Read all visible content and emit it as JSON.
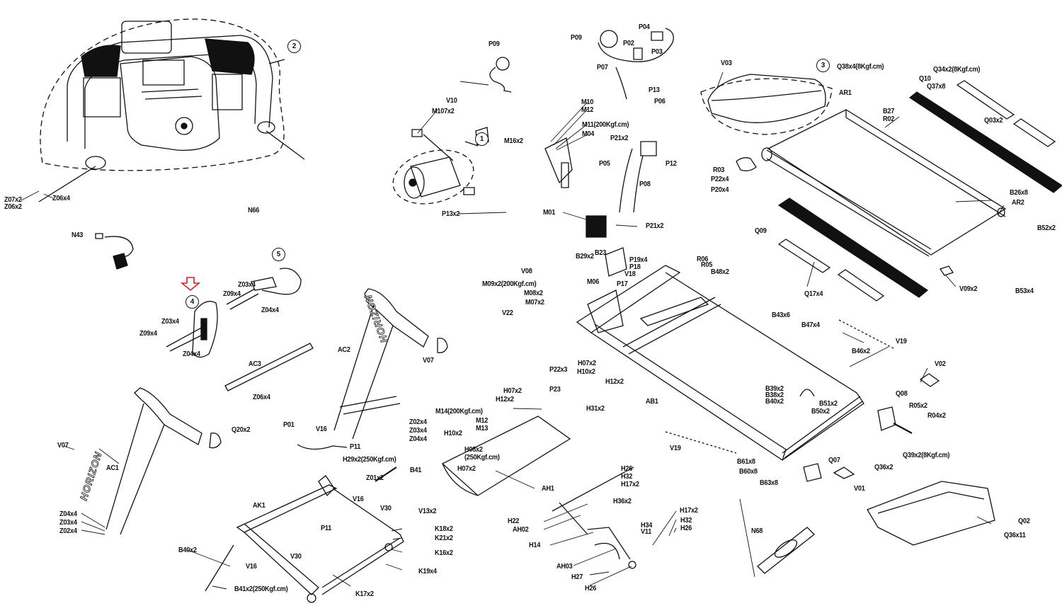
{
  "title": "Treadmill exploded parts diagram",
  "brand_text": "HORIZON",
  "highlight_color": "#d42020",
  "line_color": "#111111",
  "callouts": [
    {
      "id": "c1",
      "label": "1"
    },
    {
      "id": "c2",
      "label": "2"
    },
    {
      "id": "c3",
      "label": "3"
    },
    {
      "id": "c4",
      "label": "4"
    },
    {
      "id": "c5",
      "label": "5"
    }
  ],
  "labels": {
    "console": [
      "Z07x2",
      "Z06x2",
      "Z06x4",
      "N66"
    ],
    "wiring_top": [
      "P09",
      "P09",
      "P02",
      "P04",
      "P03",
      "P07",
      "P13",
      "P06",
      "V10",
      "M107x2",
      "P13x2"
    ],
    "motor_group": [
      "M10",
      "M12",
      "M11(200Kgf.cm)",
      "M04",
      "M16x2",
      "P21x2",
      "P12",
      "P05",
      "P08",
      "M01",
      "P21x2"
    ],
    "deck": [
      "V03",
      "Q38x4(8Kgf.cm)",
      "Q34x2(8Kgf.cm)",
      "Q10",
      "Q37x8",
      "AR1",
      "B27",
      "R02",
      "Q03x2",
      "R03",
      "P22x4",
      "P20x4",
      "B26x8",
      "AR2",
      "Q09",
      "B52x2",
      "Q17x4",
      "V09x2",
      "B53x4"
    ],
    "left_controls": [
      "N43",
      "Z03x4",
      "Z09x4",
      "Z04x4",
      "Z03x4",
      "Z09x4",
      "Z04x4"
    ],
    "uprights": [
      "AC3",
      "Z06x4",
      "AC2",
      "V07",
      "Z02x4",
      "Z03x4",
      "Z04x4",
      "P01",
      "V16",
      "P11",
      "Q20x2",
      "V07",
      "AC1",
      "Z04x4",
      "Z03x4",
      "Z02x4"
    ],
    "base_frame": [
      "H29x2(250Kgf.cm)",
      "Z01x2",
      "B41",
      "V16",
      "V30",
      "V13x2",
      "AK1",
      "P11",
      "K18x2",
      "K21x2",
      "K16x2",
      "K19x4",
      "B40x2",
      "V16",
      "V30",
      "B41x2(250Kgf.cm)",
      "K17x2"
    ],
    "main_frame": [
      "B29x2",
      "B23",
      "P19x4",
      "P18",
      "R06",
      "R05",
      "B48x2",
      "V08",
      "M09x2(200Kgf.cm)",
      "M08x2",
      "M07x2",
      "M06",
      "V18",
      "P17",
      "V22",
      "B43x6",
      "B47x4",
      "V19",
      "B46x2",
      "V02",
      "P22x3",
      "P23",
      "H07x2",
      "H10x2",
      "H12x2",
      "AB1",
      "B39x2",
      "B38x2",
      "B40x2",
      "B51x2",
      "B50x2",
      "Q08",
      "R05x2",
      "R04x2",
      "Q39x2(8Kgf.cm)",
      "Q36x2",
      "V19",
      "B61x8",
      "B60x8",
      "B63x8",
      "Q07",
      "V01"
    ],
    "lift": [
      "H07x2",
      "H12x2",
      "H31x2",
      "M14(200Kgf.cm)",
      "M12",
      "M13",
      "H10x2",
      "H08x2",
      "(250Kgf.cm)",
      "H07x2",
      "AH1",
      "H26",
      "H32",
      "H17x2",
      "H36x2",
      "H22",
      "AH02",
      "H34",
      "V11",
      "H17x2",
      "H32",
      "H26",
      "H14",
      "AH03",
      "H27",
      "H26"
    ],
    "hood": [
      "N68",
      "Q02",
      "Q36x11"
    ]
  }
}
